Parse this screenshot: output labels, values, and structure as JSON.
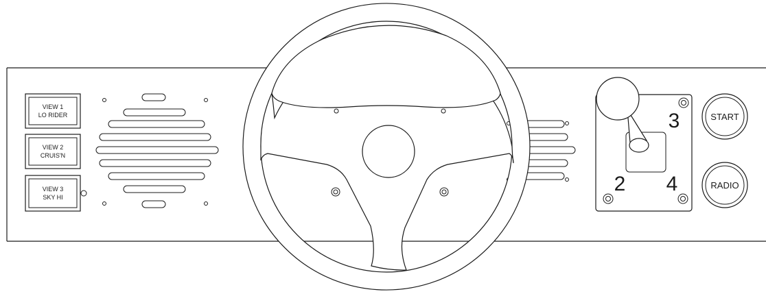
{
  "view_buttons": [
    {
      "line1": "VIEW 1",
      "line2": "LO RIDER"
    },
    {
      "line1": "VIEW 2",
      "line2": "CRUIS'N"
    },
    {
      "line1": "VIEW 3",
      "line2": "SKY HI"
    }
  ],
  "round_buttons": {
    "start_label": "START",
    "radio_label": "RADIO"
  },
  "shifter": {
    "gear_labels": [
      "3",
      "2",
      "4"
    ]
  }
}
